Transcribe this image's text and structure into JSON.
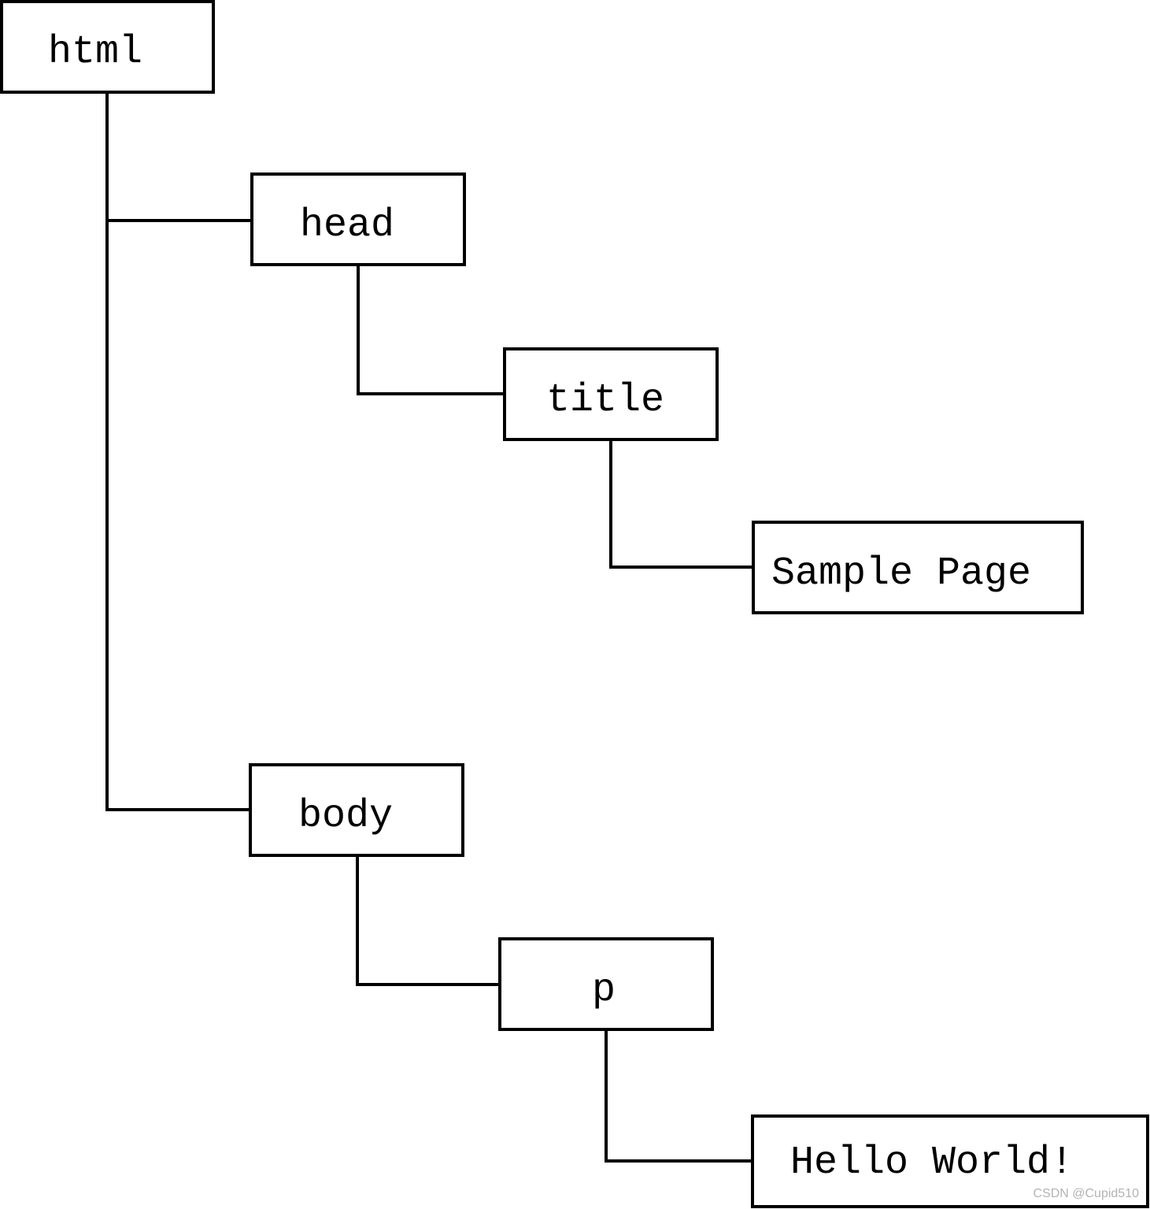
{
  "tree": {
    "nodes": [
      {
        "id": "html",
        "label": "html"
      },
      {
        "id": "head",
        "label": "head"
      },
      {
        "id": "title",
        "label": "title"
      },
      {
        "id": "sample-page",
        "label": "Sample Page"
      },
      {
        "id": "body",
        "label": "body"
      },
      {
        "id": "p",
        "label": "p"
      },
      {
        "id": "hello-world",
        "label": "Hello World!"
      }
    ],
    "edges": [
      {
        "from": "html",
        "to": "head"
      },
      {
        "from": "html",
        "to": "body"
      },
      {
        "from": "head",
        "to": "title"
      },
      {
        "from": "title",
        "to": "sample-page"
      },
      {
        "from": "body",
        "to": "p"
      },
      {
        "from": "p",
        "to": "hello-world"
      }
    ]
  },
  "watermark": "CSDN @Cupid510",
  "colors": {
    "stroke": "#000000",
    "background": "#ffffff",
    "watermark": "#b3b3b3"
  }
}
